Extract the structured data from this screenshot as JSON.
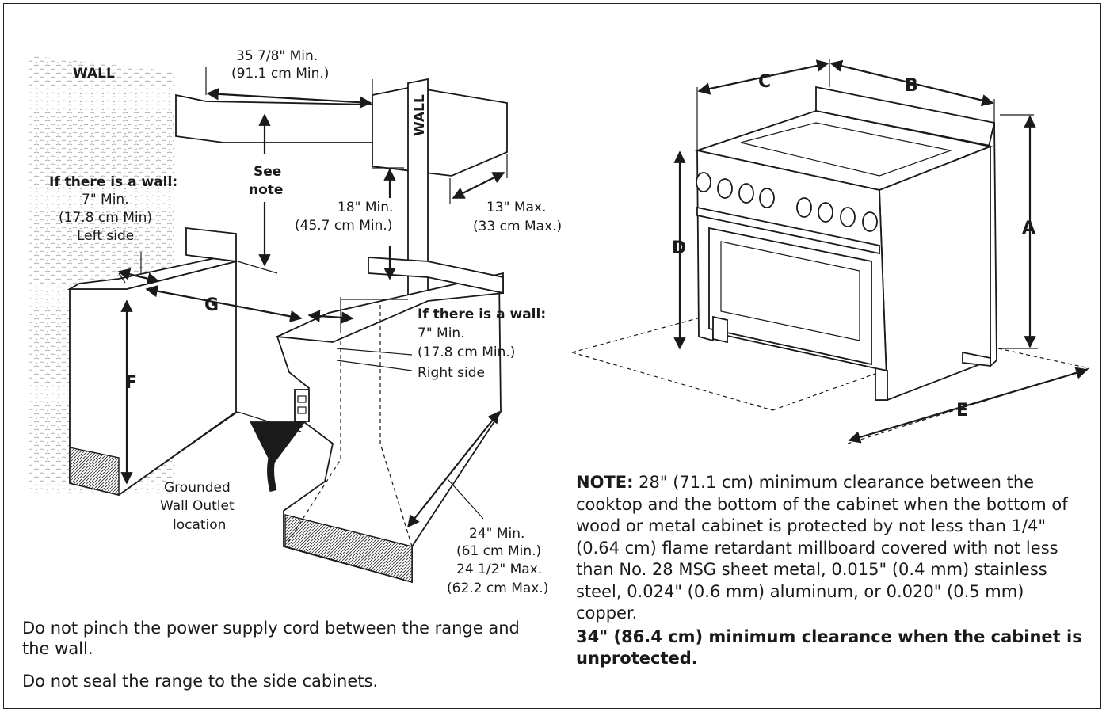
{
  "left_diagram": {
    "wall_label": "WALL",
    "wall_vertical_label": "WALL",
    "top_width_line1": "35 7/8\" Min.",
    "top_width_line2": "(91.1 cm Min.)",
    "see_note_line1": "See",
    "see_note_line2": "note",
    "left_wall_title": "If there is a wall:",
    "left_wall_line1": "7\" Min.",
    "left_wall_line2": "(17.8 cm Min)",
    "left_wall_line3": "Left side",
    "min18_line1": "18\" Min.",
    "min18_line2": "(45.7 cm Min.)",
    "max13_line1": "13\" Max.",
    "max13_line2": "(33 cm Max.)",
    "right_wall_title": "If there is a wall:",
    "right_wall_line1": "7\" Min.",
    "right_wall_line2": "(17.8 cm Min.)",
    "right_wall_line3": "Right side",
    "letter_g": "G",
    "letter_f": "F",
    "outlet_line1": "Grounded",
    "outlet_line2": "Wall Outlet",
    "outlet_line3": "location",
    "depth_line1": "24\" Min.",
    "depth_line2": "(61 cm Min.)",
    "depth_line3": "24 1/2\" Max.",
    "depth_line4": "(62.2 cm Max.)"
  },
  "right_diagram": {
    "letter_a": "A",
    "letter_b": "B",
    "letter_c": "C",
    "letter_d": "D",
    "letter_e": "E"
  },
  "instructions": {
    "line1": "Do not pinch the power supply cord between the range and the wall.",
    "line2": "Do not seal the range to the side cabinets."
  },
  "note": {
    "label": "NOTE:",
    "body": " 28\" (71.1 cm) minimum clearance between the cooktop and the bottom of the cabinet when the bottom of wood or metal cabinet is protected by not less than 1/4\" (0.64 cm) flame retardant millboard covered with not less than No. 28 MSG sheet metal, 0.015\" (0.4 mm) stainless steel, 0.024\" (0.6 mm) aluminum, or 0.020\" (0.5 mm) copper.",
    "emphasis": "34\" (86.4 cm) minimum clearance when the cabinet is unprotected."
  }
}
